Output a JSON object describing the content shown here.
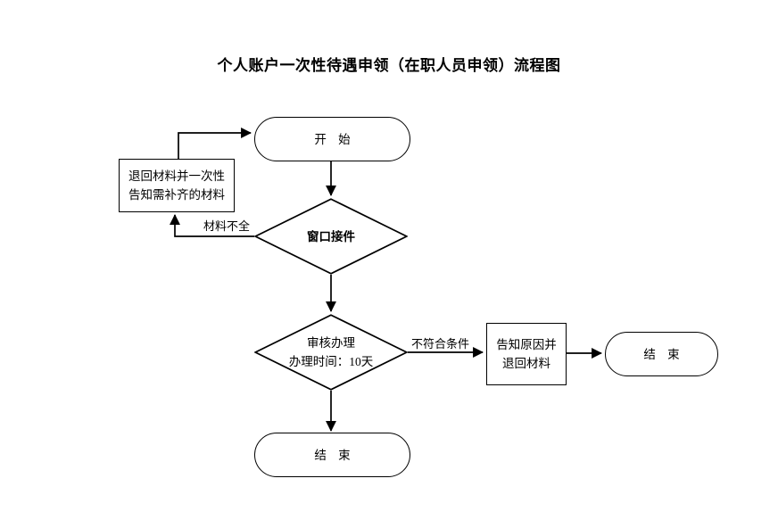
{
  "page": {
    "title": "个人账户一次性待遇申领（在职人员申领）流程图",
    "background_color": "#ffffff",
    "line_color": "#000000",
    "text_color": "#000000"
  },
  "chart_data": {
    "type": "diagram",
    "diagram_type": "flowchart",
    "title": "个人账户一次性待遇申领（在职人员申领）流程图",
    "nodes": [
      {
        "id": "start",
        "shape": "terminator",
        "label": "开 始"
      },
      {
        "id": "return_docs",
        "shape": "process",
        "label_lines": [
          "退回材料并一次性",
          "告知需补齐的材料"
        ]
      },
      {
        "id": "reception",
        "shape": "decision",
        "label": "窗口接件"
      },
      {
        "id": "review",
        "shape": "decision",
        "label_lines": [
          "审核办理",
          "办理时间：10天"
        ]
      },
      {
        "id": "notify_return",
        "shape": "process",
        "label_lines": [
          "告知原因并",
          "退回材料"
        ]
      },
      {
        "id": "end_right",
        "shape": "terminator",
        "label": "结 束"
      },
      {
        "id": "end_bottom",
        "shape": "terminator",
        "label": "结 束"
      }
    ],
    "edges": [
      {
        "from": "start",
        "to": "reception",
        "label": ""
      },
      {
        "from": "reception",
        "to": "return_docs",
        "label": "材料不全"
      },
      {
        "from": "return_docs",
        "to": "start",
        "label": ""
      },
      {
        "from": "reception",
        "to": "review",
        "label": ""
      },
      {
        "from": "review",
        "to": "notify_return",
        "label": "不符合条件"
      },
      {
        "from": "notify_return",
        "to": "end_right",
        "label": ""
      },
      {
        "from": "review",
        "to": "end_bottom",
        "label": ""
      }
    ],
    "edge_labels": [
      "材料不全",
      "不符合条件"
    ]
  },
  "nodes": {
    "start": {
      "label": "开 始"
    },
    "return_docs": {
      "line1": "退回材料并一次性",
      "line2": "告知需补齐的材料"
    },
    "reception": {
      "label": "窗口接件"
    },
    "review": {
      "line1": "审核办理",
      "line2": "办理时间：10天"
    },
    "notify_return": {
      "line1": "告知原因并",
      "line2": "退回材料"
    },
    "end_right": {
      "label": "结 束"
    },
    "end_bottom": {
      "label": "结 束"
    }
  },
  "labels": {
    "incomplete": "材料不全",
    "not_qualified": "不符合条件"
  }
}
